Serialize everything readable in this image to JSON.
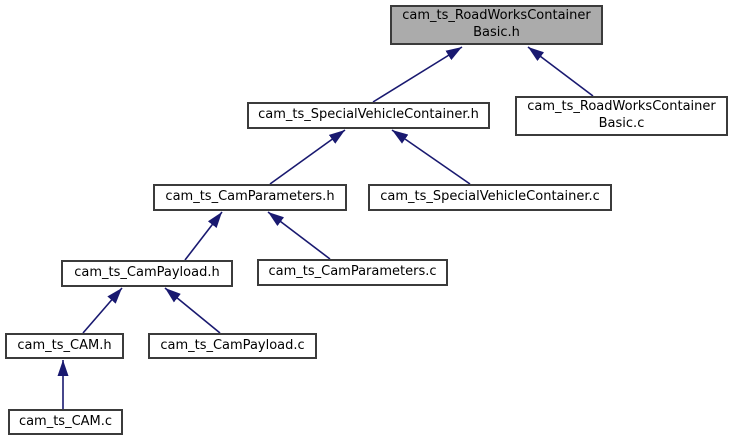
{
  "graph": {
    "title": "include dependency graph for cam_ts_RoadWorksContainerBasic.h",
    "colors": {
      "edge": "#191970",
      "node_border": "#3b3b3b",
      "highlight_fill": "#ababab",
      "node_fill": "#ffffff"
    },
    "nodes": {
      "rwcb_h": {
        "lines": [
          "cam_ts_RoadWorksContainer",
          "Basic.h"
        ],
        "highlighted": true
      },
      "svc_h": {
        "label": "cam_ts_SpecialVehicleContainer.h",
        "highlighted": false
      },
      "rwcb_c": {
        "lines": [
          "cam_ts_RoadWorksContainer",
          "Basic.c"
        ],
        "highlighted": false
      },
      "camparameters_h": {
        "label": "cam_ts_CamParameters.h",
        "highlighted": false
      },
      "svc_c": {
        "label": "cam_ts_SpecialVehicleContainer.c",
        "highlighted": false
      },
      "campayload_h": {
        "label": "cam_ts_CamPayload.h",
        "highlighted": false
      },
      "camparameters_c": {
        "label": "cam_ts_CamParameters.c",
        "highlighted": false
      },
      "cam_h": {
        "label": "cam_ts_CAM.h",
        "highlighted": false
      },
      "campayload_c": {
        "label": "cam_ts_CamPayload.c",
        "highlighted": false
      },
      "cam_c": {
        "label": "cam_ts_CAM.c",
        "highlighted": false
      }
    },
    "edges": [
      {
        "from": "svc_h",
        "to": "rwcb_h"
      },
      {
        "from": "rwcb_c",
        "to": "rwcb_h"
      },
      {
        "from": "camparameters_h",
        "to": "svc_h"
      },
      {
        "from": "svc_c",
        "to": "svc_h"
      },
      {
        "from": "campayload_h",
        "to": "camparameters_h"
      },
      {
        "from": "camparameters_c",
        "to": "camparameters_h"
      },
      {
        "from": "cam_h",
        "to": "campayload_h"
      },
      {
        "from": "campayload_c",
        "to": "campayload_h"
      },
      {
        "from": "cam_c",
        "to": "cam_h"
      }
    ]
  }
}
